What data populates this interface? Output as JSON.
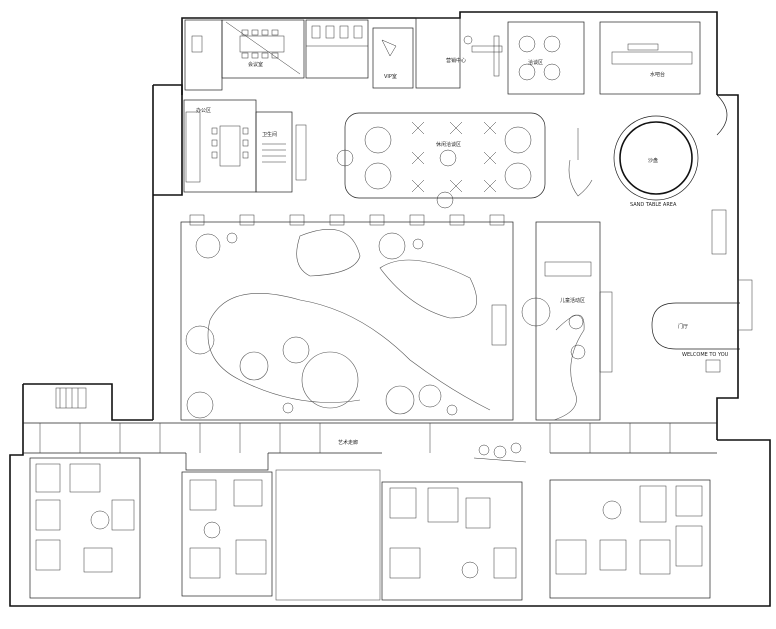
{
  "labels": {
    "meeting": "会议室",
    "vip": "VIP室",
    "sales": "营销中心",
    "negotiation": "洽谈区",
    "water_bar": "水吧台",
    "office": "办公区",
    "toilet": "卫生间",
    "sandtable": "沙盘",
    "sandtable_en": "SAND TABLE AREA",
    "lounge": "休闲洽谈区",
    "kids": "儿童活动区",
    "gate": "门厅",
    "welcome": "WELCOME TO YOU",
    "corridor": "艺术走廊"
  }
}
